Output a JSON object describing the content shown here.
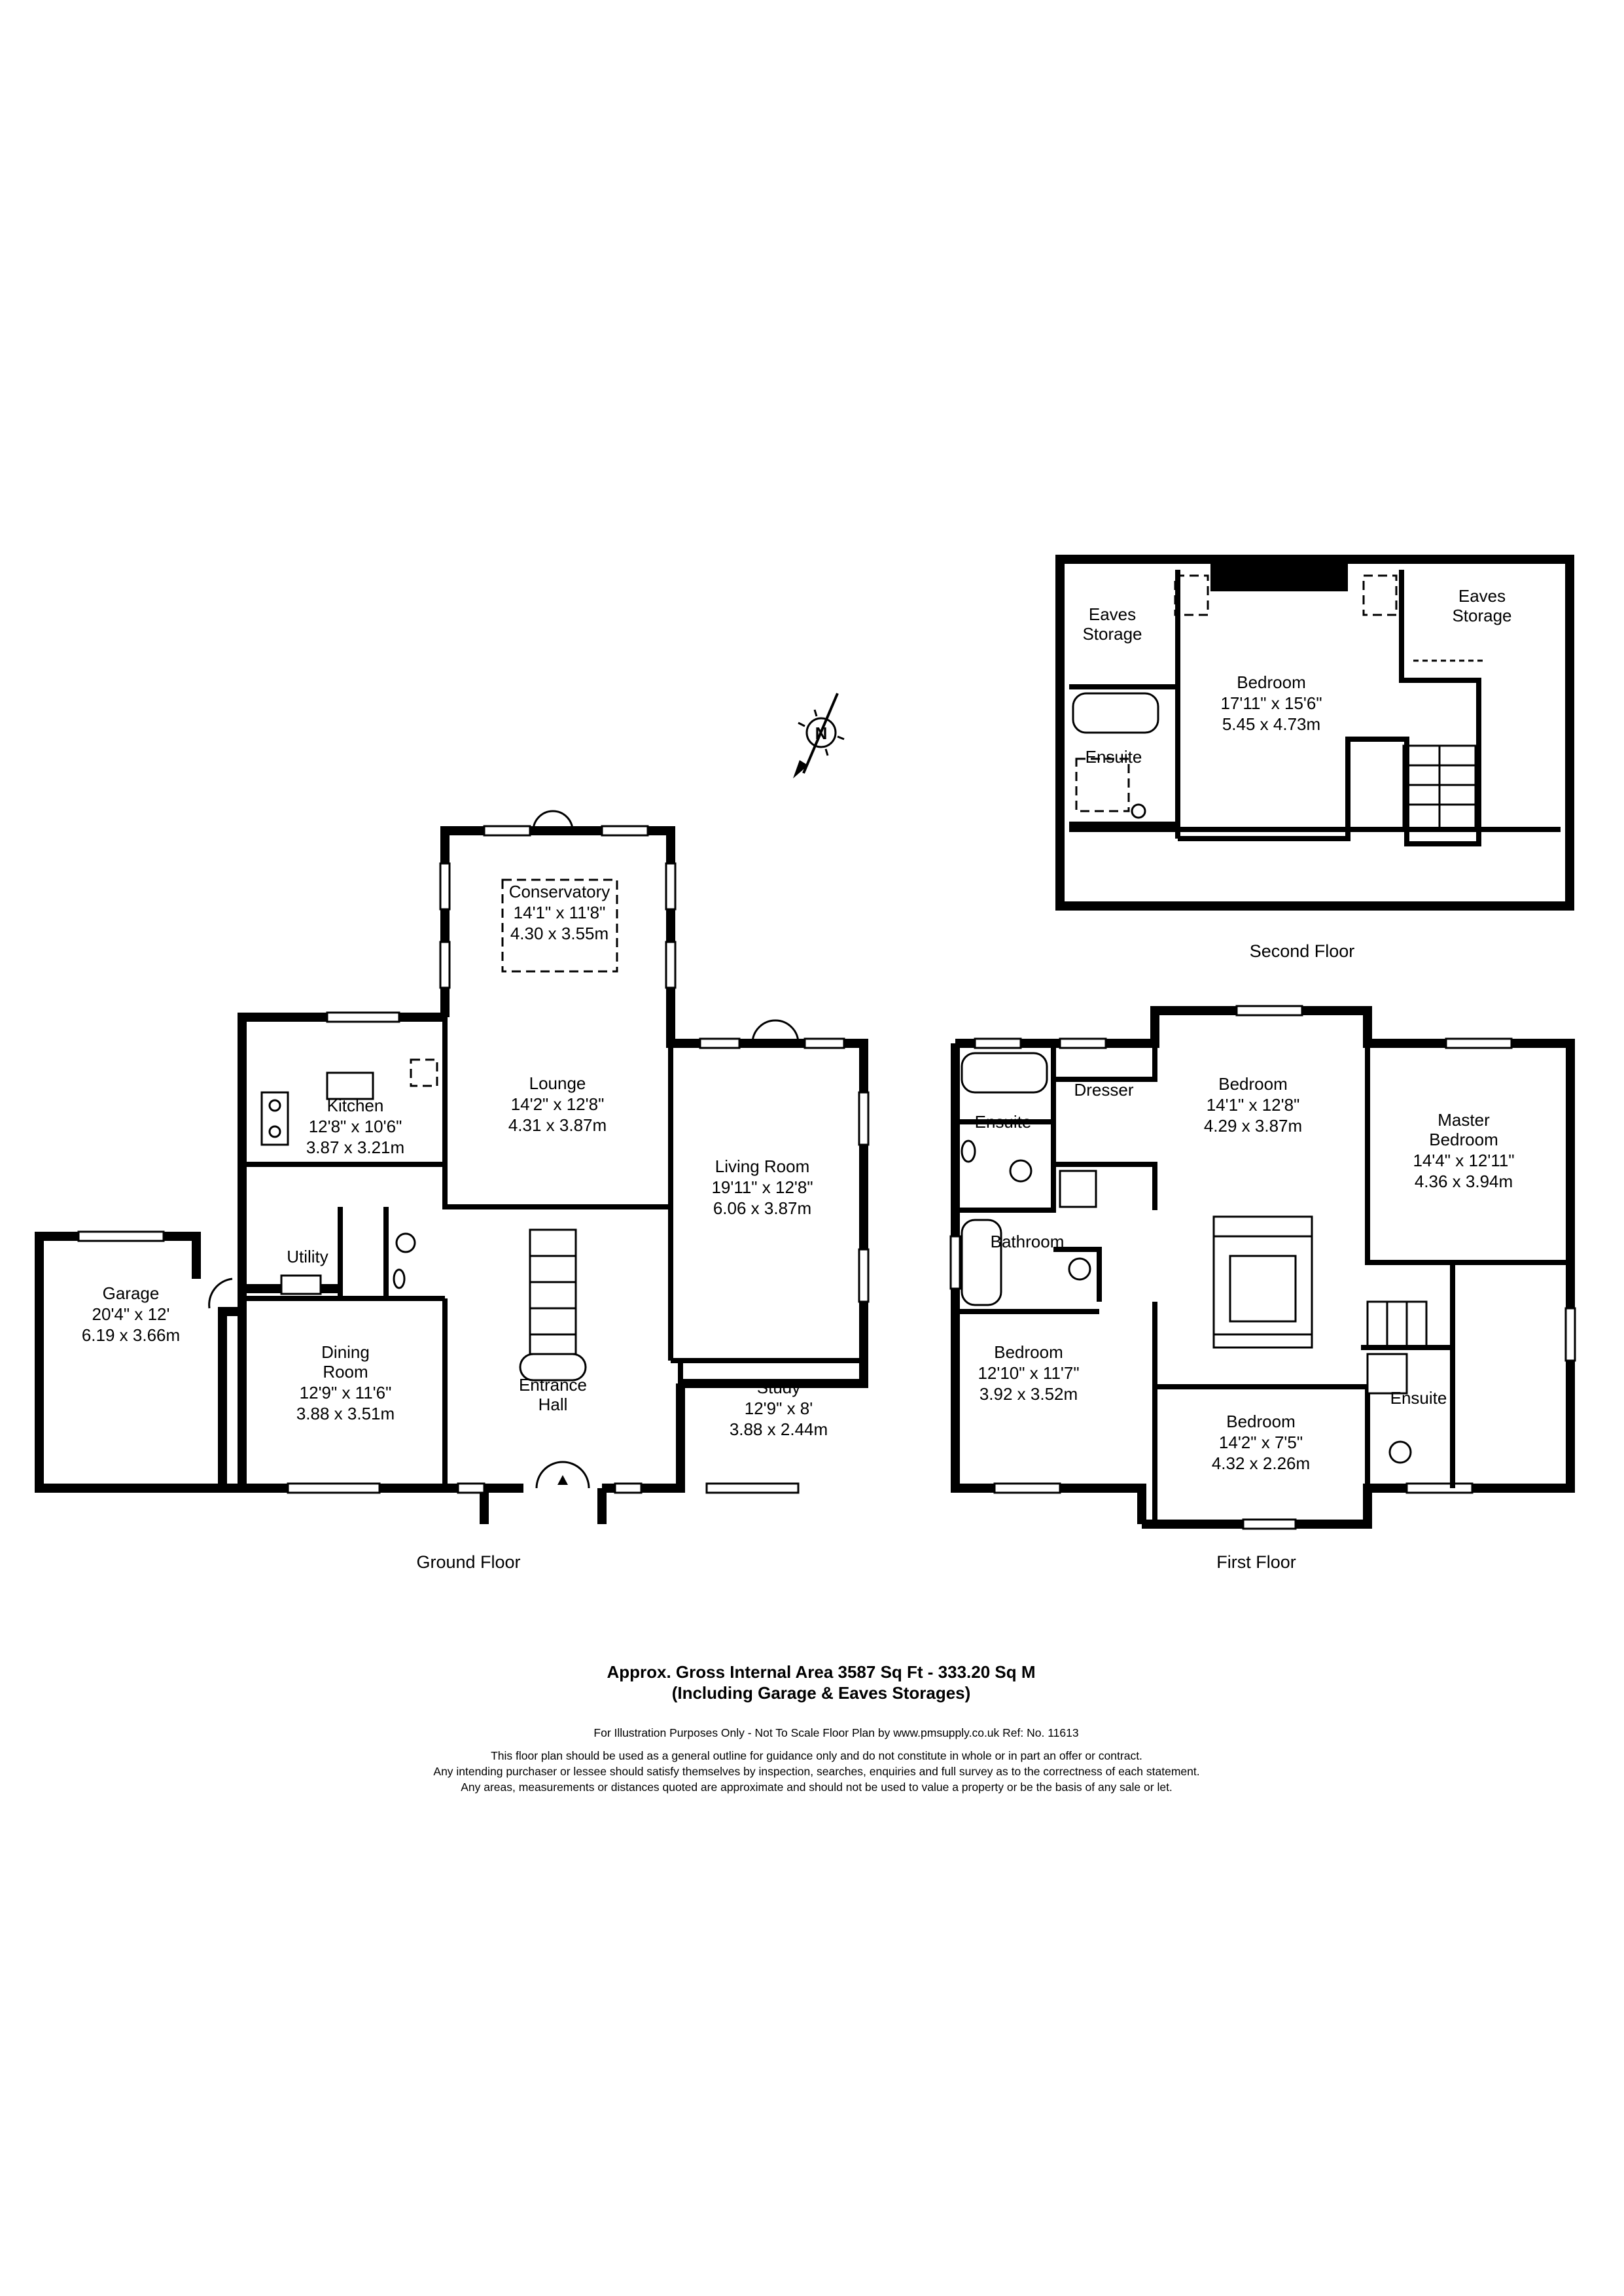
{
  "rooms": {
    "conservatory": {
      "name": "Conservatory",
      "size_imperial": "14'1\" x 11'8\"",
      "size_metric": "4.30 x 3.55m"
    },
    "lounge": {
      "name": "Lounge",
      "size_imperial": "14'2\" x 12'8\"",
      "size_metric": "4.31 x 3.87m"
    },
    "kitchen": {
      "name": "Kitchen",
      "size_imperial": "12'8\" x 10'6\"",
      "size_metric": "3.87 x 3.21m"
    },
    "living_room": {
      "name": "Living Room",
      "size_imperial": "19'11\" x 12'8\"",
      "size_metric": "6.06 x 3.87m"
    },
    "utility": {
      "name": "Utility"
    },
    "garage": {
      "name": "Garage",
      "size_imperial": "20'4\" x 12'",
      "size_metric": "6.19 x 3.66m"
    },
    "dining_room": {
      "name_line1": "Dining",
      "name_line2": "Room",
      "size_imperial": "12'9\" x 11'6\"",
      "size_metric": "3.88 x 3.51m"
    },
    "entrance_hall": {
      "name_line1": "Entrance",
      "name_line2": "Hall"
    },
    "study": {
      "name": "Study",
      "size_imperial": "12'9\" x 8'",
      "size_metric": "3.88 x 2.44m"
    },
    "bedroom_2f": {
      "name": "Bedroom",
      "size_imperial": "17'11\" x 15'6\"",
      "size_metric": "5.45 x 4.73m"
    },
    "eaves_left": {
      "name_line1": "Eaves",
      "name_line2": "Storage"
    },
    "eaves_right": {
      "name_line1": "Eaves",
      "name_line2": "Storage"
    },
    "ensuite_2f": {
      "name": "Ensuite"
    },
    "ensuite_1f_left": {
      "name": "Ensuite"
    },
    "dresser": {
      "name": "Dresser"
    },
    "bedroom_1f_top": {
      "name": "Bedroom",
      "size_imperial": "14'1\" x 12'8\"",
      "size_metric": "4.29 x 3.87m"
    },
    "master_bedroom": {
      "name_line1": "Master",
      "name_line2": "Bedroom",
      "size_imperial": "14'4\" x 12'11\"",
      "size_metric": "4.36 x 3.94m"
    },
    "bathroom": {
      "name": "Bathroom"
    },
    "bedroom_1f_left": {
      "name": "Bedroom",
      "size_imperial": "12'10\" x 11'7\"",
      "size_metric": "3.92 x 3.52m"
    },
    "bedroom_1f_bottom": {
      "name": "Bedroom",
      "size_imperial": "14'2\" x 7'5\"",
      "size_metric": "4.32 x 2.26m"
    },
    "ensuite_1f_right": {
      "name": "Ensuite"
    }
  },
  "floor_captions": {
    "ground": "Ground Floor",
    "first": "First Floor",
    "second": "Second Floor"
  },
  "compass": {
    "letter": "N"
  },
  "summary": {
    "area_line": "Approx. Gross Internal Area  3587 Sq Ft  -  333.20 Sq M",
    "area_note": "(Including Garage & Eaves Storages)"
  },
  "footer": {
    "line1": "For Illustration Purposes Only - Not To Scale   Floor Plan by  www.pmsupply.co.uk   Ref: No. 11613",
    "line2": "This floor plan should be used as a general outline for guidance only and do not constitute in whole or in part an offer or contract.",
    "line3": "Any intending purchaser or lessee should satisfy themselves by inspection, searches, enquiries and full survey as to the correctness of each statement.",
    "line4": "Any areas, measurements or distances quoted are approximate and should not be used to value a property or be the basis of any sale or let."
  }
}
